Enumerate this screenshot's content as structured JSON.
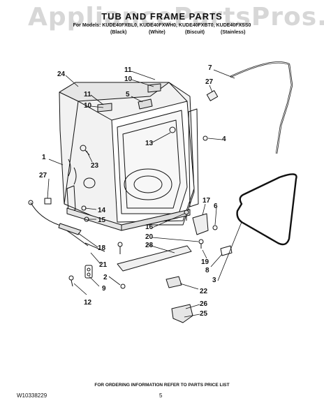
{
  "header": {
    "watermark": "AppliancePartsPros.com",
    "title": "TUB AND FRAME PARTS",
    "models_line": "For Models: KUDE40FXBL0, KUDE40FXWH0, KUDE40FXBT0, KUDE40FXSS0",
    "variants": [
      "(Black)",
      "(White)",
      "(Biscuit)",
      "(Stainless)"
    ]
  },
  "callouts": [
    "24",
    "11",
    "10",
    "7",
    "27",
    "5",
    "11",
    "10",
    "13",
    "4",
    "1",
    "23",
    "27",
    "14",
    "15",
    "18",
    "21",
    "17",
    "6",
    "16",
    "20",
    "28",
    "19",
    "8",
    "3",
    "2",
    "9",
    "12",
    "22",
    "26",
    "25"
  ],
  "footer": {
    "ordering_note": "FOR ORDERING INFORMATION REFER TO PARTS PRICE LIST",
    "document_number": "W10338229",
    "page_number": "5"
  },
  "colors": {
    "line": "#111111",
    "tub_shade": "#e6e6e6",
    "watermark": "#969696"
  }
}
